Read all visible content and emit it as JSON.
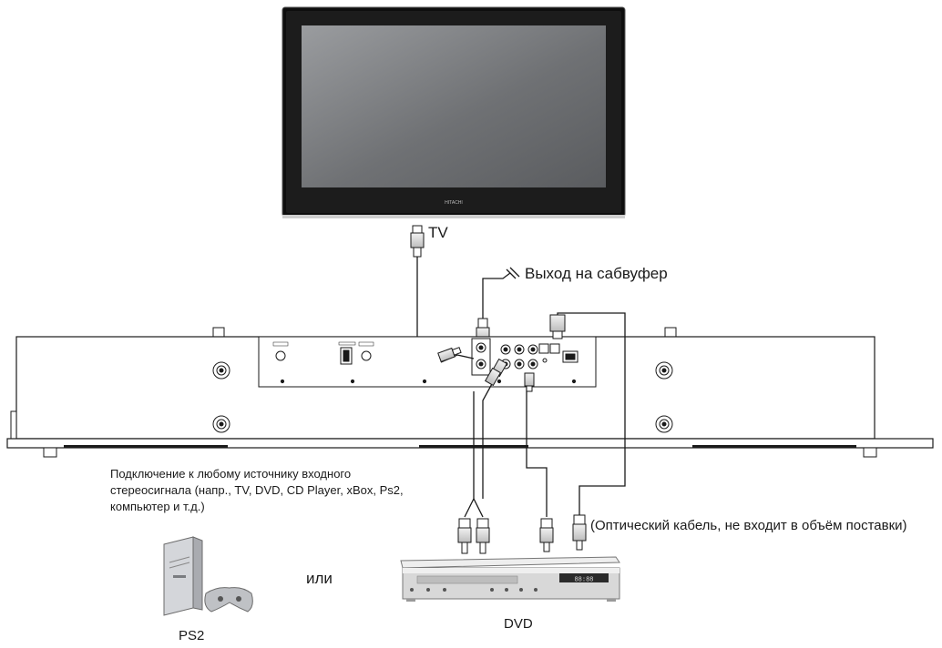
{
  "labels": {
    "tv": "TV",
    "subwoofer_out": "Выход на сабвуфер",
    "source_note": "Подключение к любому источнику входного стереосигнала (напр., TV, DVD, CD Player, xBox, Ps2, компьютер и т.д.)",
    "optical_note": "(Оптический кабель, не входит в объём поставки)",
    "or": "или",
    "ps2": "PS2",
    "dvd": "DVD"
  },
  "devices": {
    "tv_brand": "HITACHI",
    "dvd_display": "88:88"
  },
  "colors": {
    "line": "#1a1a1a",
    "tv_frame": "#111111",
    "tv_screen": "#7d7f82",
    "panel": "#ffffff"
  }
}
